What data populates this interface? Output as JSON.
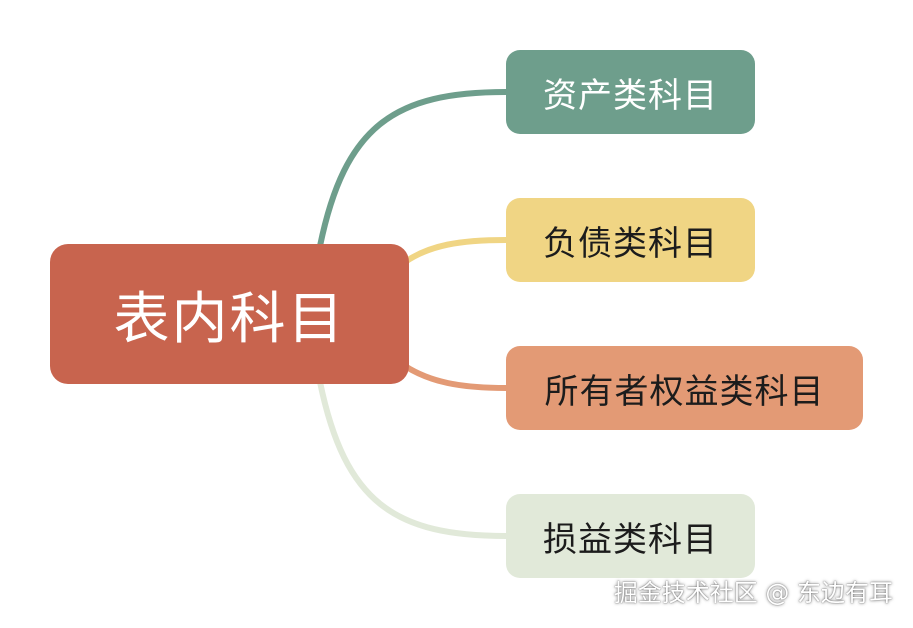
{
  "root": {
    "label": "表内科目",
    "bg": "#c8644e",
    "text_color": "#ffffff"
  },
  "children": [
    {
      "label": "资产类科目",
      "bg": "#6e9e8c",
      "text_color": "#ffffff",
      "line": "#6e9e8c"
    },
    {
      "label": "负债类科目",
      "bg": "#f0d584",
      "text_color": "#1c1c1c",
      "line": "#f0d584"
    },
    {
      "label": "所有者权益类科目",
      "bg": "#e39a75",
      "text_color": "#1c1c1c",
      "line": "#e39a75"
    },
    {
      "label": "损益类科目",
      "bg": "#e1e9d9",
      "text_color": "#1c1c1c",
      "line": "#e1e9d9"
    }
  ],
  "watermark": {
    "text": "掘金技术社区 @ 东边有耳"
  }
}
